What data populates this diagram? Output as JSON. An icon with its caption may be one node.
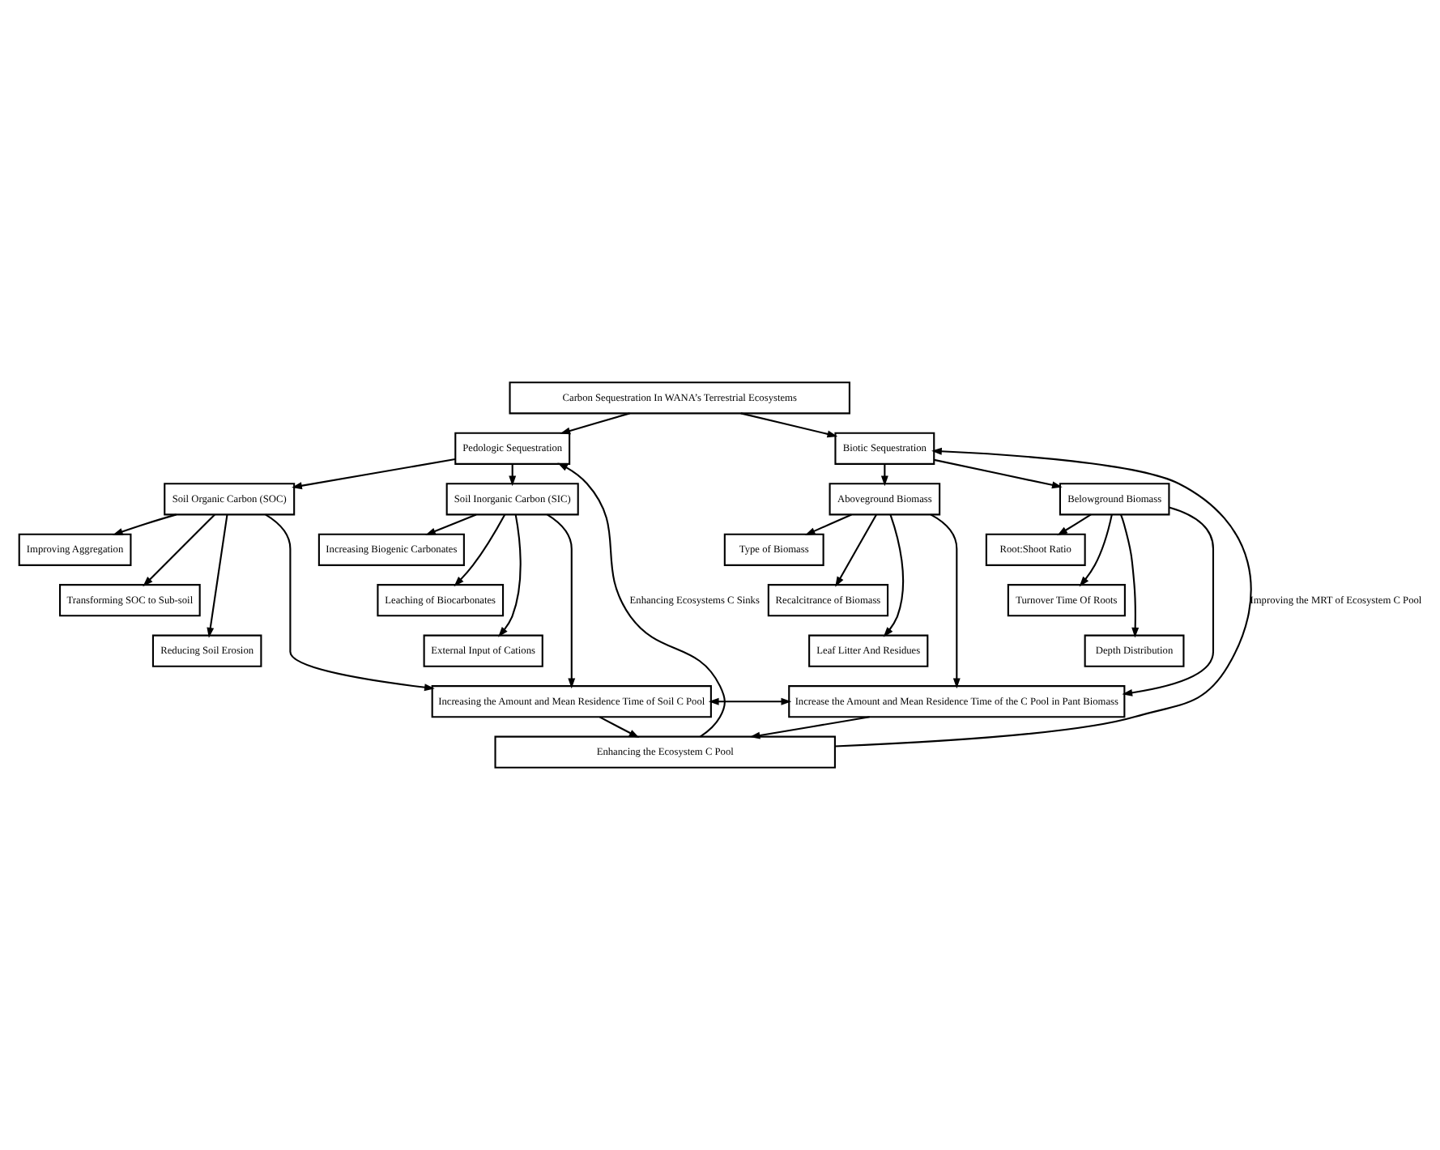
{
  "diagram": {
    "nodes": [
      {
        "text": [
          "Carbon Sequestration In WANA’s Terrestrial Ecosystems"
        ]
      },
      {
        "text": [
          "Pedologic Sequestration"
        ]
      },
      {
        "text": [
          "Biotic Sequestration"
        ]
      },
      {
        "text": [
          "Soil Organic Carbon (SOC)"
        ]
      },
      {
        "text": [
          "Soil Inorganic Carbon (SIC)"
        ]
      },
      {
        "text": [
          "Aboveground Biomass"
        ]
      },
      {
        "text": [
          "Belowground Biomass"
        ]
      },
      {
        "text": [
          "Improving Aggregation"
        ]
      },
      {
        "text": [
          "Transforming SOC to Sub-soil"
        ]
      },
      {
        "text": [
          "Reducing Soil Erosion"
        ]
      },
      {
        "text": [
          "Increasing Biogenic Carbonates"
        ]
      },
      {
        "text": [
          "Leaching of Biocarbonates"
        ]
      },
      {
        "text": [
          "External Input of Cations"
        ]
      },
      {
        "text": [
          "Type of Biomass"
        ]
      },
      {
        "text": [
          "Recalcitrance of Biomass"
        ]
      },
      {
        "text": [
          "Leaf Litter And Residues"
        ]
      },
      {
        "text": [
          "Root:Shoot Ratio"
        ]
      },
      {
        "text": [
          "Turnover Time Of Roots"
        ]
      },
      {
        "text": [
          "Depth Distribution"
        ]
      },
      {
        "text": [
          "Increasing the Amount and Mean Residence Time of Soil C Pool"
        ]
      },
      {
        "text": [
          "Increase the Amount and Mean Residence Time of the C Pool in Pant Biomass"
        ]
      },
      {
        "text": [
          "Enhancing the Ecosystem C Pool"
        ]
      }
    ],
    "edges": [
      {
        "from": 0,
        "to": 1,
        "arrow": "to"
      },
      {
        "from": 0,
        "to": 2,
        "arrow": "to"
      },
      {
        "from": 21,
        "to": 1,
        "arrow": "to",
        "label": "Enhancing Ecosystems C Sinks"
      },
      {
        "from": 21,
        "to": 2,
        "arrow": "to",
        "label": "Improving the MRT of Ecosystem C Pool"
      },
      {
        "from": 1,
        "to": 3,
        "arrow": "to"
      },
      {
        "from": 1,
        "to": 4,
        "arrow": "to"
      },
      {
        "from": 2,
        "to": 5,
        "arrow": "to"
      },
      {
        "from": 2,
        "to": 6,
        "arrow": "to"
      },
      {
        "from": 3,
        "to": 7,
        "arrow": "to"
      },
      {
        "from": 3,
        "to": 8,
        "arrow": "to"
      },
      {
        "from": 3,
        "to": 9,
        "arrow": "to"
      },
      {
        "from": 3,
        "to": 19,
        "arrow": "to"
      },
      {
        "from": 4,
        "to": 10,
        "arrow": "to"
      },
      {
        "from": 4,
        "to": 11,
        "arrow": "to"
      },
      {
        "from": 4,
        "to": 12,
        "arrow": "to"
      },
      {
        "from": 4,
        "to": 19,
        "arrow": "to"
      },
      {
        "from": 5,
        "to": 13,
        "arrow": "to"
      },
      {
        "from": 5,
        "to": 14,
        "arrow": "to"
      },
      {
        "from": 5,
        "to": 15,
        "arrow": "to"
      },
      {
        "from": 5,
        "to": 20,
        "arrow": "to"
      },
      {
        "from": 6,
        "to": 16,
        "arrow": "to"
      },
      {
        "from": 6,
        "to": 17,
        "arrow": "to"
      },
      {
        "from": 6,
        "to": 18,
        "arrow": "to"
      },
      {
        "from": 6,
        "to": 20,
        "arrow": "to"
      },
      {
        "from": 19,
        "to": 20,
        "arrow": "both"
      },
      {
        "from": 19,
        "to": 21,
        "arrow": "to"
      },
      {
        "from": 20,
        "to": 21,
        "arrow": "to"
      }
    ]
  }
}
